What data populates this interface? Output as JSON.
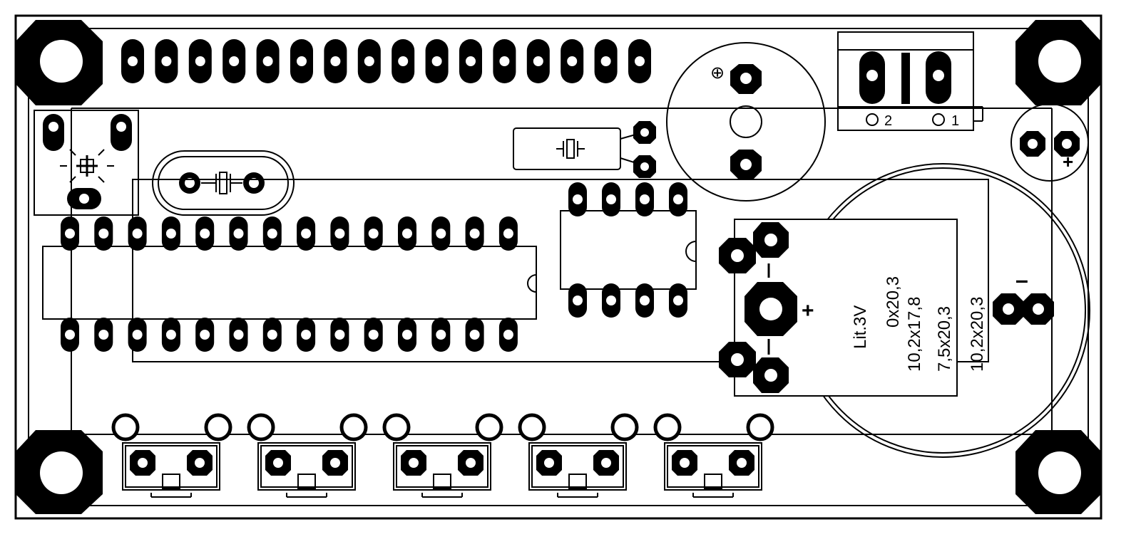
{
  "board": {
    "outline_color": "#000000",
    "background_color": "#ffffff"
  },
  "labels": {
    "plus_symbol": "⊕",
    "terminal_pin2": "2",
    "terminal_pin1": "1",
    "cap_plus": "+",
    "battery_plus": "+",
    "battery_minus": "–"
  },
  "battery_sizes": [
    "Lit.3V",
    "0x20,3",
    "10,2x17,8",
    "7,5x20,3",
    "10,2x20,3"
  ],
  "icons": {
    "crystal": "crystal-symbol-icon",
    "led": "led-symbol-icon"
  }
}
